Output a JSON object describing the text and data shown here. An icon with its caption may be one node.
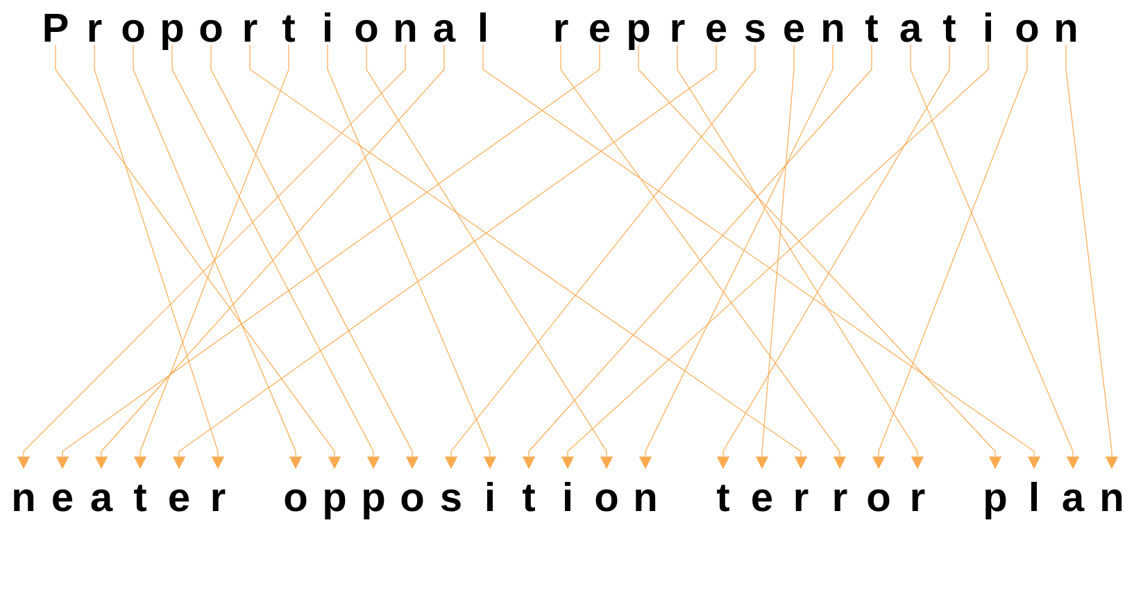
{
  "diagram": {
    "nodes": [
      {
        "text": [
          "P"
        ]
      },
      {
        "text": [
          "r"
        ]
      },
      {
        "text": [
          "o"
        ]
      },
      {
        "text": [
          "p"
        ]
      },
      {
        "text": [
          "o"
        ]
      },
      {
        "text": [
          "r"
        ]
      },
      {
        "text": [
          "t"
        ]
      },
      {
        "text": [
          "i"
        ]
      },
      {
        "text": [
          "o"
        ]
      },
      {
        "text": [
          "n"
        ]
      },
      {
        "text": [
          "a"
        ]
      },
      {
        "text": [
          "l"
        ]
      },
      {
        "text": [
          "r"
        ]
      },
      {
        "text": [
          "e"
        ]
      },
      {
        "text": [
          "p"
        ]
      },
      {
        "text": [
          "r"
        ]
      },
      {
        "text": [
          "e"
        ]
      },
      {
        "text": [
          "s"
        ]
      },
      {
        "text": [
          "e"
        ]
      },
      {
        "text": [
          "n"
        ]
      },
      {
        "text": [
          "t"
        ]
      },
      {
        "text": [
          "a"
        ]
      },
      {
        "text": [
          "t"
        ]
      },
      {
        "text": [
          "i"
        ]
      },
      {
        "text": [
          "o"
        ]
      },
      {
        "text": [
          "n"
        ]
      },
      {
        "text": [
          "n"
        ]
      },
      {
        "text": [
          "e"
        ]
      },
      {
        "text": [
          "a"
        ]
      },
      {
        "text": [
          "t"
        ]
      },
      {
        "text": [
          "e"
        ]
      },
      {
        "text": [
          "r"
        ]
      },
      {
        "text": [
          "o"
        ]
      },
      {
        "text": [
          "p"
        ]
      },
      {
        "text": [
          "p"
        ]
      },
      {
        "text": [
          "o"
        ]
      },
      {
        "text": [
          "s"
        ]
      },
      {
        "text": [
          "i"
        ]
      },
      {
        "text": [
          "t"
        ]
      },
      {
        "text": [
          "i"
        ]
      },
      {
        "text": [
          "o"
        ]
      },
      {
        "text": [
          "n"
        ]
      },
      {
        "text": [
          "t"
        ]
      },
      {
        "text": [
          "e"
        ]
      },
      {
        "text": [
          "r"
        ]
      },
      {
        "text": [
          "r"
        ]
      },
      {
        "text": [
          "o"
        ]
      },
      {
        "text": [
          "r"
        ]
      },
      {
        "text": [
          "p"
        ]
      },
      {
        "text": [
          "l"
        ]
      },
      {
        "text": [
          "a"
        ]
      },
      {
        "text": [
          "n"
        ]
      }
    ],
    "edges": [
      {
        "from": 0,
        "to": 33,
        "arrow": "to"
      },
      {
        "from": 1,
        "to": 31,
        "arrow": "to"
      },
      {
        "from": 2,
        "to": 32,
        "arrow": "to"
      },
      {
        "from": 3,
        "to": 34,
        "arrow": "to"
      },
      {
        "from": 4,
        "to": 35,
        "arrow": "to"
      },
      {
        "from": 5,
        "to": 44,
        "arrow": "to"
      },
      {
        "from": 6,
        "to": 29,
        "arrow": "to"
      },
      {
        "from": 7,
        "to": 37,
        "arrow": "to"
      },
      {
        "from": 8,
        "to": 40,
        "arrow": "to"
      },
      {
        "from": 9,
        "to": 26,
        "arrow": "to"
      },
      {
        "from": 10,
        "to": 28,
        "arrow": "to"
      },
      {
        "from": 11,
        "to": 49,
        "arrow": "to"
      },
      {
        "from": 12,
        "to": 45,
        "arrow": "to"
      },
      {
        "from": 13,
        "to": 27,
        "arrow": "to"
      },
      {
        "from": 14,
        "to": 48,
        "arrow": "to"
      },
      {
        "from": 15,
        "to": 47,
        "arrow": "to"
      },
      {
        "from": 16,
        "to": 30,
        "arrow": "to"
      },
      {
        "from": 17,
        "to": 36,
        "arrow": "to"
      },
      {
        "from": 18,
        "to": 43,
        "arrow": "to"
      },
      {
        "from": 19,
        "to": 41,
        "arrow": "to"
      },
      {
        "from": 20,
        "to": 38,
        "arrow": "to"
      },
      {
        "from": 21,
        "to": 50,
        "arrow": "to"
      },
      {
        "from": 22,
        "to": 42,
        "arrow": "to"
      },
      {
        "from": 23,
        "to": 39,
        "arrow": "to"
      },
      {
        "from": 24,
        "to": 46,
        "arrow": "to"
      },
      {
        "from": 25,
        "to": 51,
        "arrow": "to"
      }
    ]
  }
}
